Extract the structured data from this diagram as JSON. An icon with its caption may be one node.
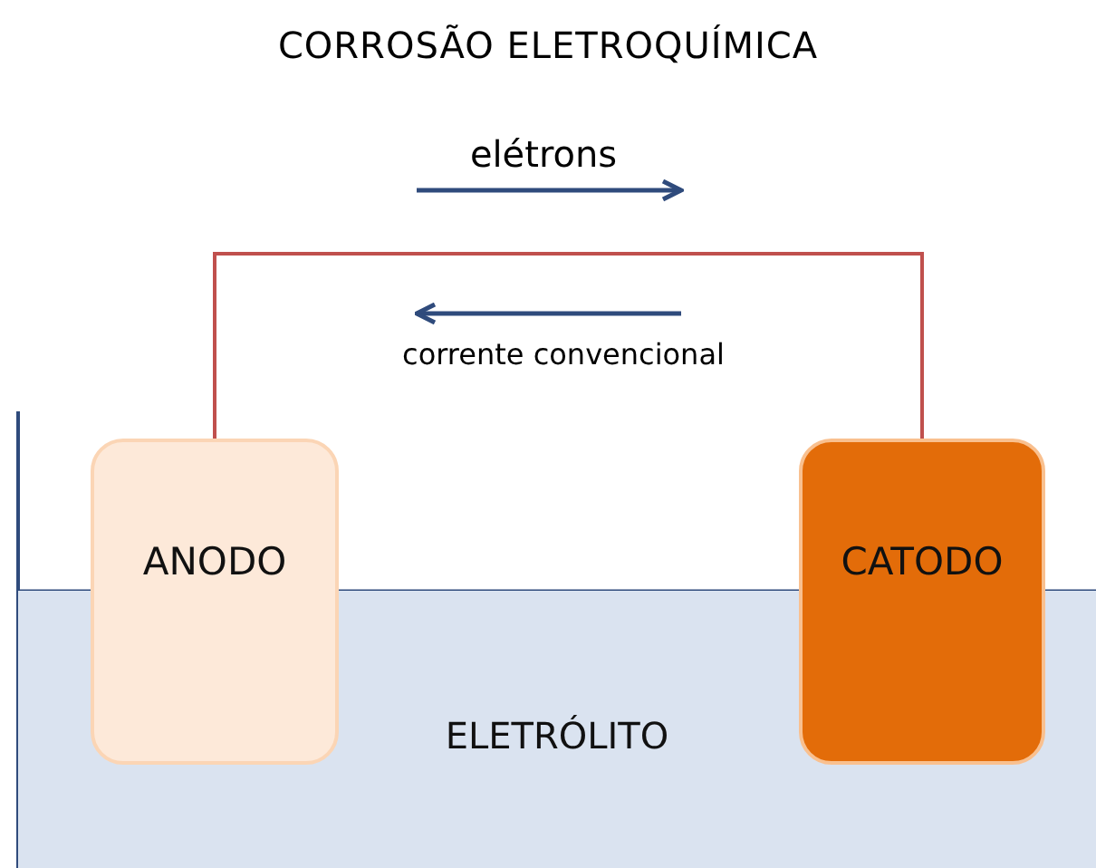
{
  "diagram": {
    "title": "CORROSÃO ELETROQUÍMICA",
    "nodes": [
      {
        "text": [
          "ELETRÓLITO"
        ]
      },
      {
        "text": [
          "ANODO"
        ]
      },
      {
        "text": [
          "CATODO"
        ]
      }
    ],
    "edges": [
      {
        "from": 1,
        "to": 2,
        "arrow": "none",
        "color": "#c0504d"
      }
    ],
    "labels": [
      "elétrons",
      "corrente convencional"
    ]
  }
}
